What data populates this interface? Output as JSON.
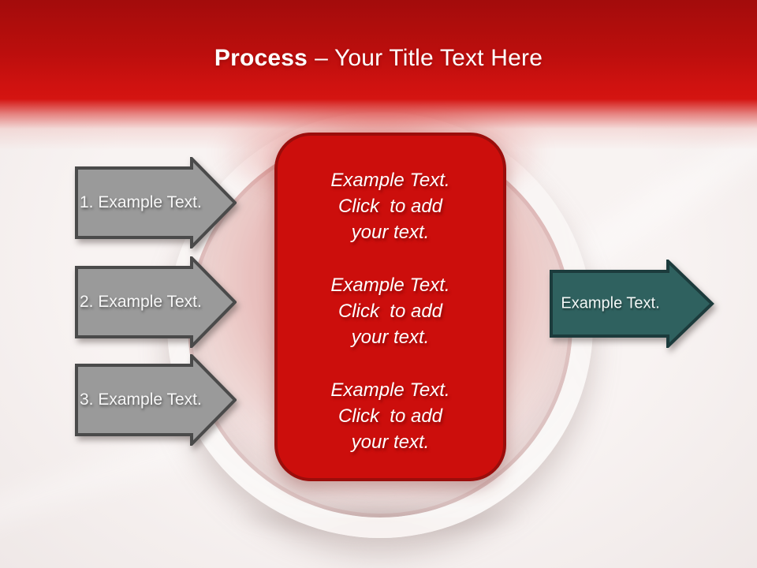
{
  "title": {
    "bold": "Process",
    "rest": "– Your Title Text Here"
  },
  "left_arrows": {
    "items": [
      {
        "label": "1. Example Text."
      },
      {
        "label": "2. Example Text."
      },
      {
        "label": "3. Example Text."
      }
    ]
  },
  "center_box": {
    "blocks": [
      {
        "lines": [
          "Example Text.",
          "Click  to add",
          "your text."
        ]
      },
      {
        "lines": [
          "Example Text.",
          "Click  to add",
          "your text."
        ]
      },
      {
        "lines": [
          "Example Text.",
          "Click  to add",
          "your text."
        ]
      }
    ]
  },
  "right_arrow": {
    "label": "Example Text."
  },
  "colors": {
    "header_red_dark": "#a30c0b",
    "header_red": "#d41411",
    "panel_red": "#cc0e0c",
    "panel_red_border": "#9b0d0b",
    "arrow_gray": "#9a9a9a",
    "arrow_gray_border": "#4a4a4a",
    "arrow_teal": "#2f615f",
    "arrow_teal_border": "#1c3b3c"
  }
}
